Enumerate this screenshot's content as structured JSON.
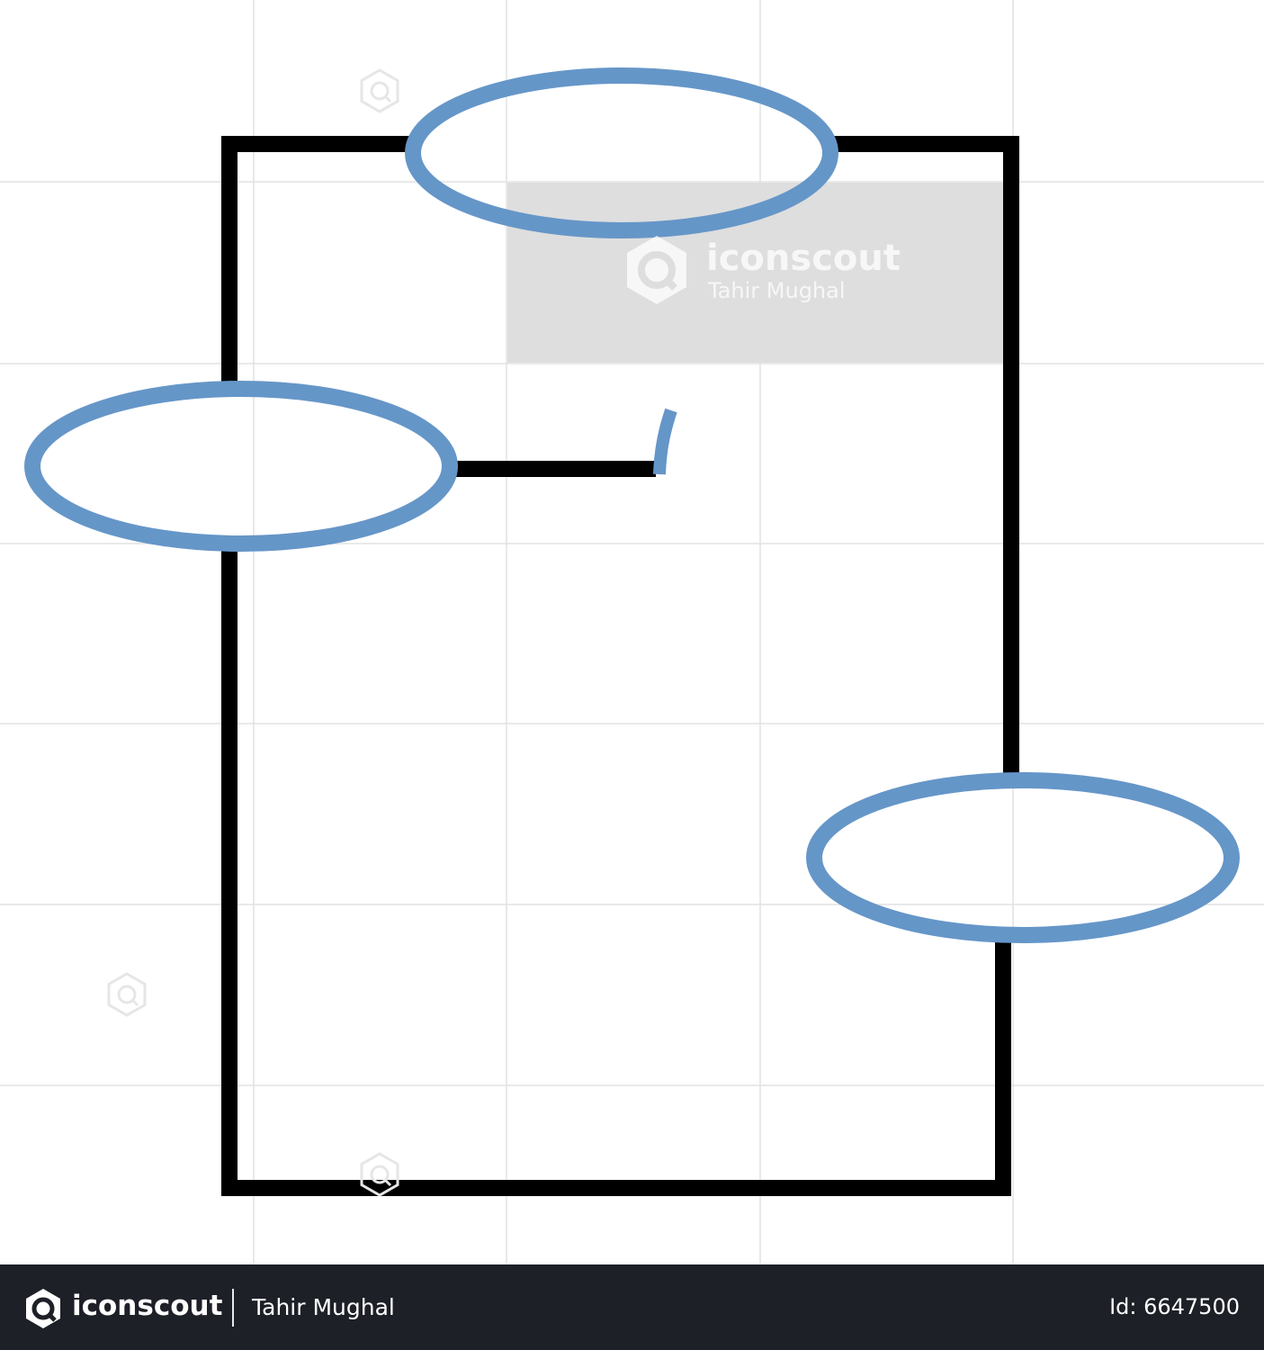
{
  "watermark": {
    "brand": "iconscout",
    "author": "Tahir Mughal"
  },
  "footer": {
    "brand": "iconscout",
    "author": "Tahir Mughal",
    "asset_id": "Id: 6647500"
  },
  "colors": {
    "grid": "#e2e2e2",
    "frame": "#000000",
    "ellipse": "#6596c8",
    "watermark_panel": "#dedede",
    "footer_bg": "#1d2027"
  },
  "icon_names": [
    "iconscout-logo-icon",
    "watermark-logo-icon"
  ]
}
